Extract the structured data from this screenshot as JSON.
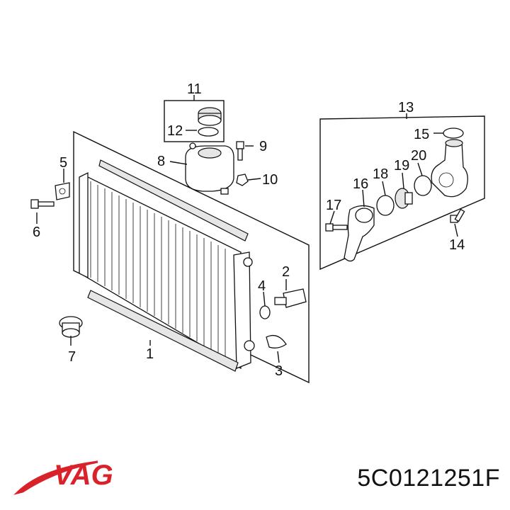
{
  "diagram": {
    "callouts": [
      {
        "id": "1",
        "label": "1"
      },
      {
        "id": "2",
        "label": "2"
      },
      {
        "id": "3",
        "label": "3"
      },
      {
        "id": "4",
        "label": "4"
      },
      {
        "id": "5",
        "label": "5"
      },
      {
        "id": "6",
        "label": "6"
      },
      {
        "id": "7",
        "label": "7"
      },
      {
        "id": "8",
        "label": "8"
      },
      {
        "id": "9",
        "label": "9"
      },
      {
        "id": "10",
        "label": "10"
      },
      {
        "id": "11",
        "label": "11"
      },
      {
        "id": "12",
        "label": "12"
      },
      {
        "id": "13",
        "label": "13"
      },
      {
        "id": "14",
        "label": "14"
      },
      {
        "id": "15",
        "label": "15"
      },
      {
        "id": "16",
        "label": "16"
      },
      {
        "id": "17",
        "label": "17"
      },
      {
        "id": "18",
        "label": "18"
      },
      {
        "id": "19",
        "label": "19"
      },
      {
        "id": "20",
        "label": "20"
      }
    ]
  },
  "footer": {
    "brand": "VAG",
    "brand_color": "#d8232a",
    "part_number": "5C0121251F"
  }
}
